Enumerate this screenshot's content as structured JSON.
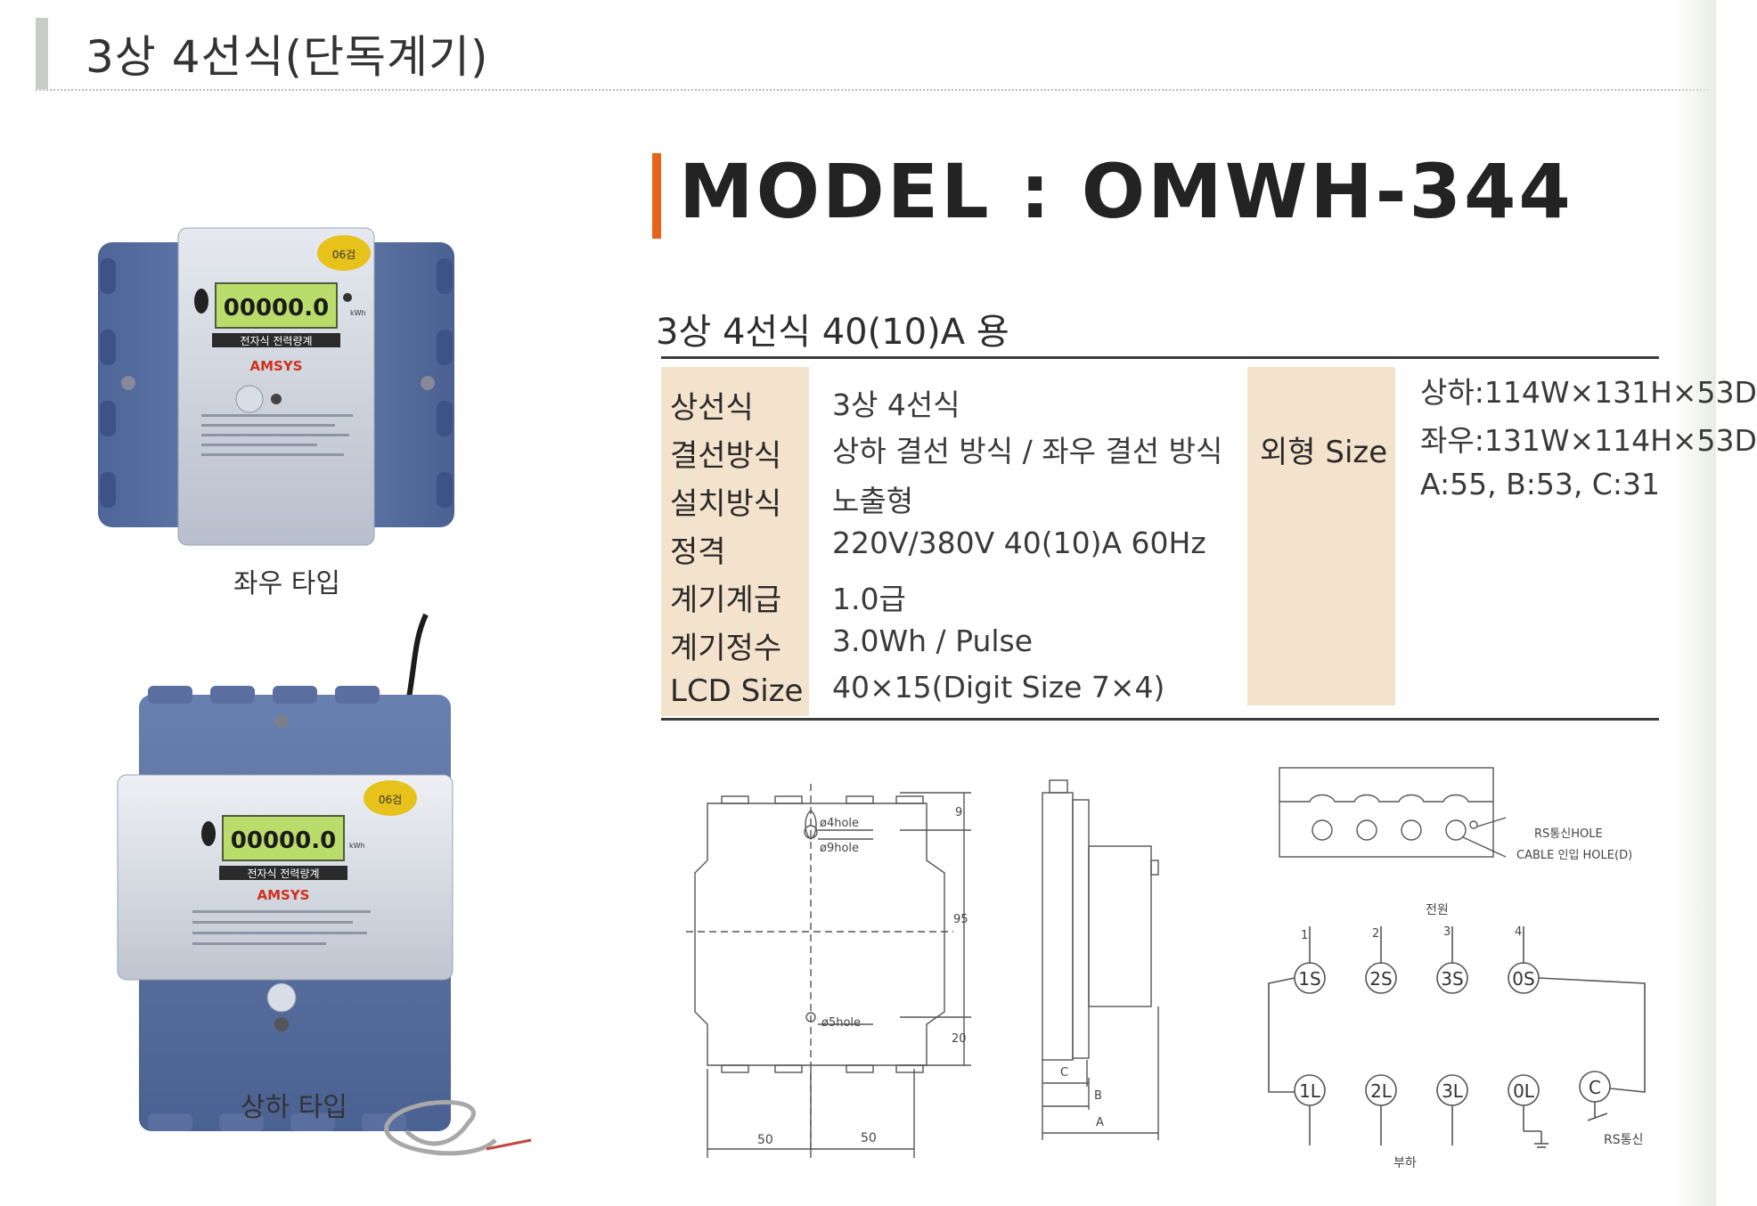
{
  "header": {
    "title": "3상 4선식(단독계기)"
  },
  "model": {
    "title": "MODEL : OMWH-344",
    "subtitle": "3상 4선식 40(10)A 용"
  },
  "specs": [
    {
      "label": "상선식",
      "value": "3상 4선식"
    },
    {
      "label": "결선방식",
      "value": "상하 결선 방식 / 좌우 결선 방식"
    },
    {
      "label": "설치방식",
      "value": "노출형"
    },
    {
      "label": "정격",
      "value": "220V/380V  40(10)A  60Hz"
    },
    {
      "label": "계기계급",
      "value": "1.0급"
    },
    {
      "label": "계기정수",
      "value": "3.0Wh / Pulse"
    },
    {
      "label": "LCD Size",
      "value": "40×15(Digit Size 7×4)"
    }
  ],
  "size": {
    "label": "외형 Size",
    "values": [
      "상하:114W×131H×53D",
      "좌우:131W×114H×53D",
      "A:55, B:53, C:31"
    ]
  },
  "photos": {
    "left_right": {
      "caption": "좌우 타입",
      "lcd": "00000.0",
      "unit": "kWh",
      "name_plate": "전자식 전력량계",
      "brand": "AMSYS",
      "sticker": "06검"
    },
    "top_bottom": {
      "caption": "상하 타입",
      "lcd": "00000.0",
      "unit": "kWh",
      "name_plate": "전자식 전력량계",
      "brand": "AMSYS",
      "sticker": "06검"
    }
  },
  "diagram_front": {
    "hole_4": "ø4hole",
    "hole_9": "ø9hole",
    "hole_5": "ø5hole",
    "dim_top": "9",
    "dim_mid": "95",
    "dim_bottom": "20",
    "dim_left": "50",
    "dim_right": "50"
  },
  "diagram_side": {
    "dim_c": "C",
    "dim_b": "B",
    "dim_a": "A"
  },
  "diagram_wiring": {
    "rs_hole": "RS통신HOLE",
    "cable_hole": "CABLE 인입 HOLE(D)",
    "source_label": "전원",
    "load_label": "부하",
    "rs_comm": "RS통신",
    "numbers": [
      "1",
      "2",
      "3",
      "4"
    ],
    "top_terminals": [
      "1S",
      "2S",
      "3S",
      "0S"
    ],
    "bottom_terminals": [
      "1L",
      "2L",
      "3L",
      "0L",
      "C"
    ]
  },
  "colors": {
    "accent": "#e8631c",
    "spec_highlight": "#f4e3cc",
    "meter_body": "#5f77a6",
    "lcd": "#b9dc6b"
  }
}
